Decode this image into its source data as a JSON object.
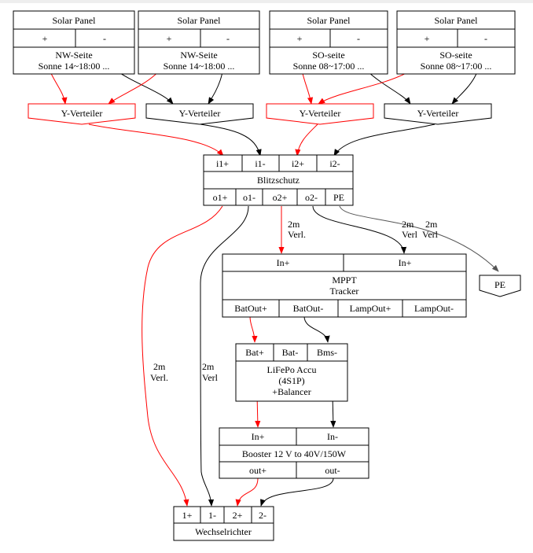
{
  "colors": {
    "positive": "#ff0000",
    "negative": "#000000",
    "pe": "#555555"
  },
  "panels": [
    {
      "title": "Solar Panel",
      "plus": "+",
      "minus": "-",
      "line1": "NW-Seite",
      "line2": "Sonne 14~18:00 ..."
    },
    {
      "title": "Solar Panel",
      "plus": "+",
      "minus": "-",
      "line1": "NW-Seite",
      "line2": "Sonne 14~18:00 ..."
    },
    {
      "title": "Solar Panel",
      "plus": "+",
      "minus": "-",
      "line1": "SO-seite",
      "line2": "Sonne 08~17:00 ..."
    },
    {
      "title": "Solar Panel",
      "plus": "+",
      "minus": "-",
      "line1": "SO-seite",
      "line2": "Sonne 08~17:00 ..."
    }
  ],
  "splitters": [
    {
      "label": "Y-Verteiler",
      "color": "positive"
    },
    {
      "label": "Y-Verteiler",
      "color": "negative"
    },
    {
      "label": "Y-Verteiler",
      "color": "positive"
    },
    {
      "label": "Y-Verteiler",
      "color": "negative"
    }
  ],
  "blitzschutz": {
    "inputs": [
      "i1+",
      "i1-",
      "i2+",
      "i2-"
    ],
    "title": "Blitzschutz",
    "outputs": [
      "o1+",
      "o1-",
      "o2+",
      "o2-",
      "PE"
    ]
  },
  "pe_node": {
    "label": "PE"
  },
  "mppt": {
    "inputs": [
      "In+",
      "In+"
    ],
    "title_line1": "MPPT",
    "title_line2": "Tracker",
    "outputs": [
      "BatOut+",
      "BatOut-",
      "LampOut+",
      "LampOut-"
    ]
  },
  "battery": {
    "ports": [
      "Bat+",
      "Bat-",
      "Bms-"
    ],
    "line1": "LiFePo Accu",
    "line2": "(4S1P)",
    "line3": "+Balancer"
  },
  "booster": {
    "inputs": [
      "In+",
      "In-"
    ],
    "title": "Booster 12 V to 40V/150W",
    "outputs": [
      "out+",
      "out-"
    ]
  },
  "inverter": {
    "ports": [
      "1+",
      "1-",
      "2+",
      "2-"
    ],
    "title": "Wechselrichter"
  },
  "edge_labels": {
    "o2plus_mppt_l1": "2m",
    "o2plus_mppt_l2": "Verl.",
    "o2minus_mppt_l1": "2m",
    "o2minus_mppt_l2": "Verl",
    "pe_l1": "2m",
    "pe_l2": "Verl",
    "o1plus_inv_l1": "2m",
    "o1plus_inv_l2": "Verl.",
    "o1minus_inv_l1": "2m",
    "o1minus_inv_l2": "Verl"
  }
}
